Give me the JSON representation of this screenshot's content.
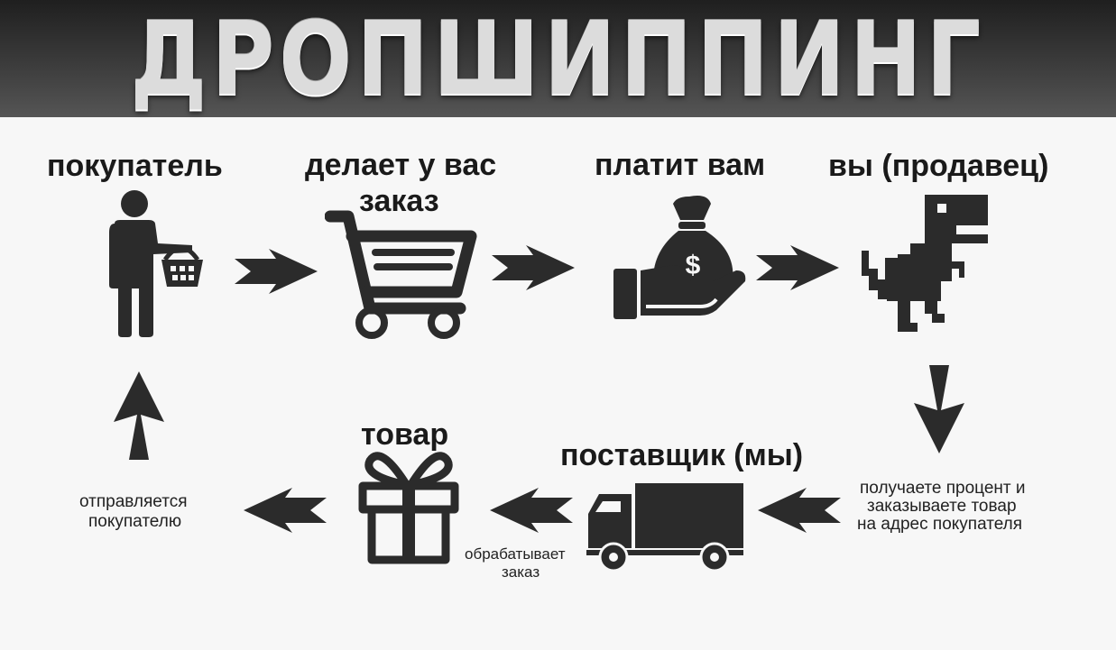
{
  "title": "ДРОПШИППИНГ",
  "steps": {
    "buyer": "покупатель",
    "order_line1": "делает у вас",
    "order_line2": "заказ",
    "pays": "платит вам",
    "seller": "вы (продавец)",
    "supplier": "поставщик (мы)",
    "goods": "товар"
  },
  "notes": {
    "percent_line1": "получаете процент и",
    "percent_line2": "заказываете товар",
    "percent_line3": "на адрес покупателя",
    "process_line1": "обрабатывает",
    "process_line2": "заказ",
    "ship_line1": "отправляется",
    "ship_line2": "покупателю"
  },
  "icons": {
    "money_bag_symbol": "$"
  },
  "colors": {
    "icon": "#2b2b2b",
    "background": "#f7f7f7"
  }
}
